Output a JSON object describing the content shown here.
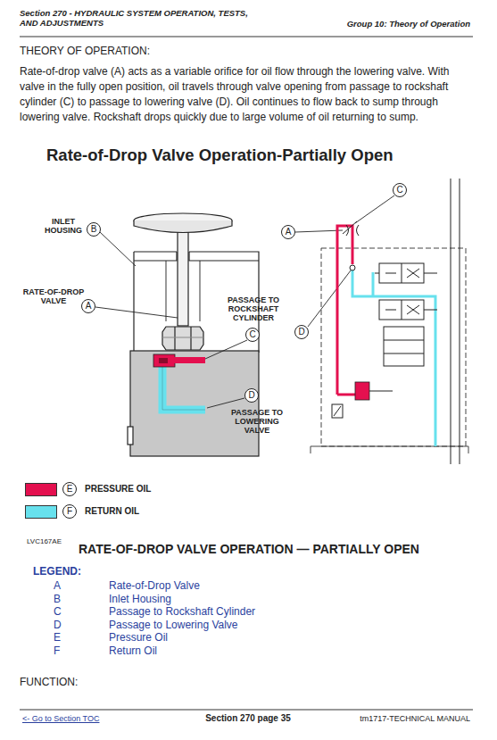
{
  "diagram": {
    "title": "Rate-of-Drop Valve Operation-Partially Open",
    "caption": "RATE-OF-DROP VALVE OPERATION — PARTIALLY OPEN",
    "nodes": [
      {
        "text": [
          "C"
        ]
      },
      {
        "text": [
          "B"
        ]
      },
      {
        "text": [
          "A"
        ]
      },
      {
        "text": [
          "A"
        ]
      },
      {
        "text": [
          "D"
        ]
      },
      {
        "text": [
          "C"
        ]
      },
      {
        "text": [
          "D"
        ]
      },
      {
        "text": [
          "E"
        ]
      },
      {
        "text": [
          "F"
        ]
      }
    ],
    "labels": [
      "Section 270 - HYDRAULIC SYSTEM OPERATION, TESTS, AND ADJUSTMENTS",
      "Group 10: Theory of Operation",
      "THEORY OF OPERATION:",
      "Rate-of-drop valve (A) acts as a variable orifice for oil flow through the lowering valve. With valve in the fully open position, oil travels through valve opening from passage to rockshaft cylinder (C) to passage to lowering valve (D). Oil continues to flow back to sump through lowering valve. Rockshaft drops quickly due to large volume of oil returning to sump.",
      "INLET HOUSING",
      "RATE-OF-DROP VALVE",
      "PASSAGE TO ROCKSHAFT CYLINDER",
      "PASSAGE TO LOWERING VALVE",
      "LVC167AE",
      "LEGEND:",
      "A",
      "Rate-of-Drop Valve",
      "B",
      "Inlet Housing",
      "C",
      "Passage to Rockshaft Cylinder",
      "D",
      "Passage to Lowering Valve",
      "E",
      "Pressure Oil",
      "F",
      "Return Oil",
      "FUNCTION:",
      "<- Go to Section TOC",
      "Section 270 page 35",
      "tm1717-TECHNICAL MANUAL"
    ],
    "legend": [
      {
        "text": "PRESSURE OIL",
        "color": "#e4104f"
      },
      {
        "text": "RETURN OIL",
        "color": "#67e1ed"
      }
    ]
  }
}
